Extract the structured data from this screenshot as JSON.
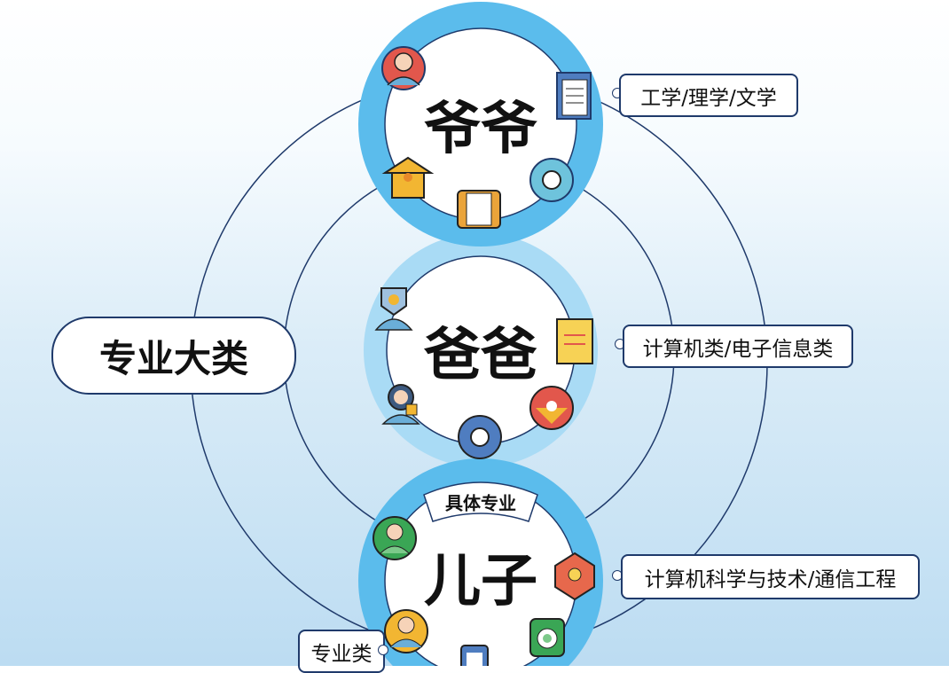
{
  "category_label": "专业大类",
  "circles": [
    {
      "name": "爷爷",
      "tag": "工学/理学/文学"
    },
    {
      "name": "爸爸",
      "tag": "计算机类/电子信息类"
    },
    {
      "name": "儿子",
      "banner": "具体专业",
      "tag": "计算机科学与技术/通信工程"
    }
  ],
  "sub_label": "专业类",
  "colors": {
    "ring": "#5bbcec",
    "ring_light": "#a9dbf5",
    "line": "#1f3a6b"
  }
}
